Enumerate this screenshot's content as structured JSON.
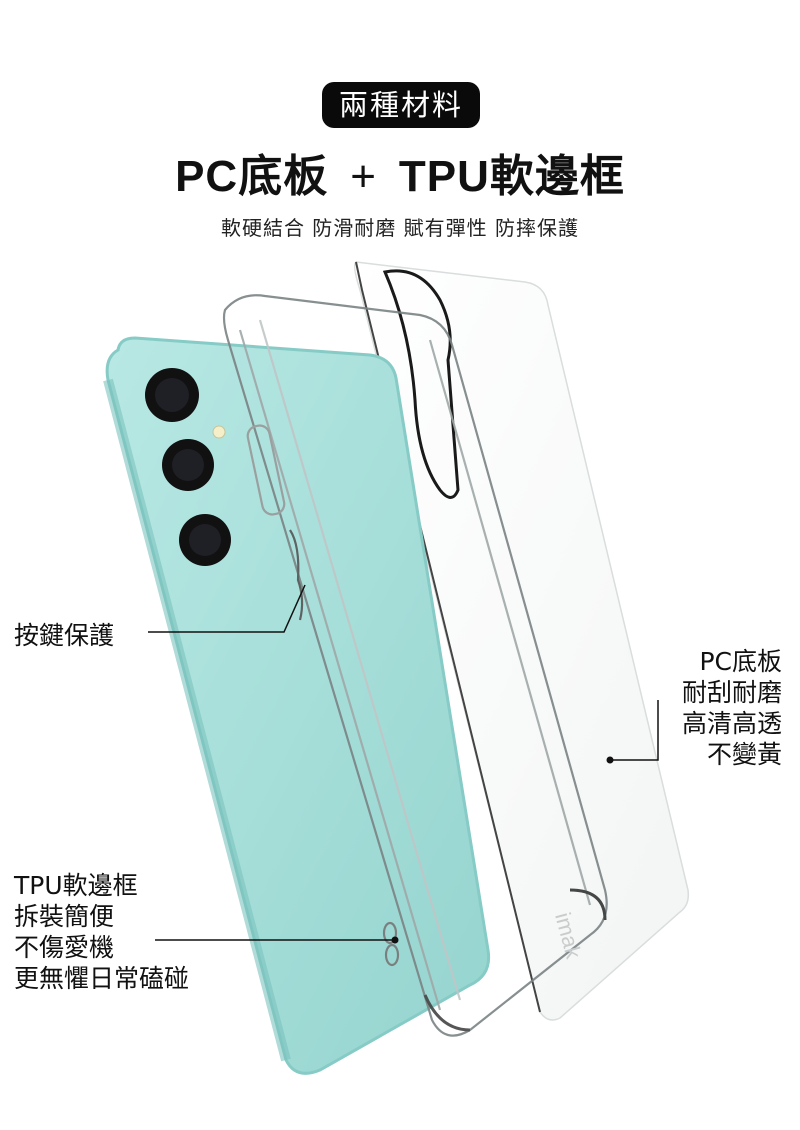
{
  "header": {
    "badge": "兩種材料",
    "headline_left": "PC底板",
    "headline_plus": "+",
    "headline_right": "TPU軟邊框",
    "subline": "軟硬結合 防滑耐磨 賦有彈性 防摔保護"
  },
  "callouts": {
    "button": {
      "lines": [
        "按鍵保護"
      ]
    },
    "pc_back": {
      "lines": [
        "PC底板",
        "耐刮耐磨",
        "高清高透",
        "不變黃"
      ]
    },
    "tpu_frame": {
      "lines": [
        "TPU軟邊框",
        "拆裝簡便",
        "不傷愛機",
        "更無懼日常磕碰"
      ]
    }
  },
  "product": {
    "case_logo": "imak",
    "phone_color": "#a9e0dc",
    "phone_edge_color": "#8fd2cd",
    "camera_color": "#111111"
  }
}
